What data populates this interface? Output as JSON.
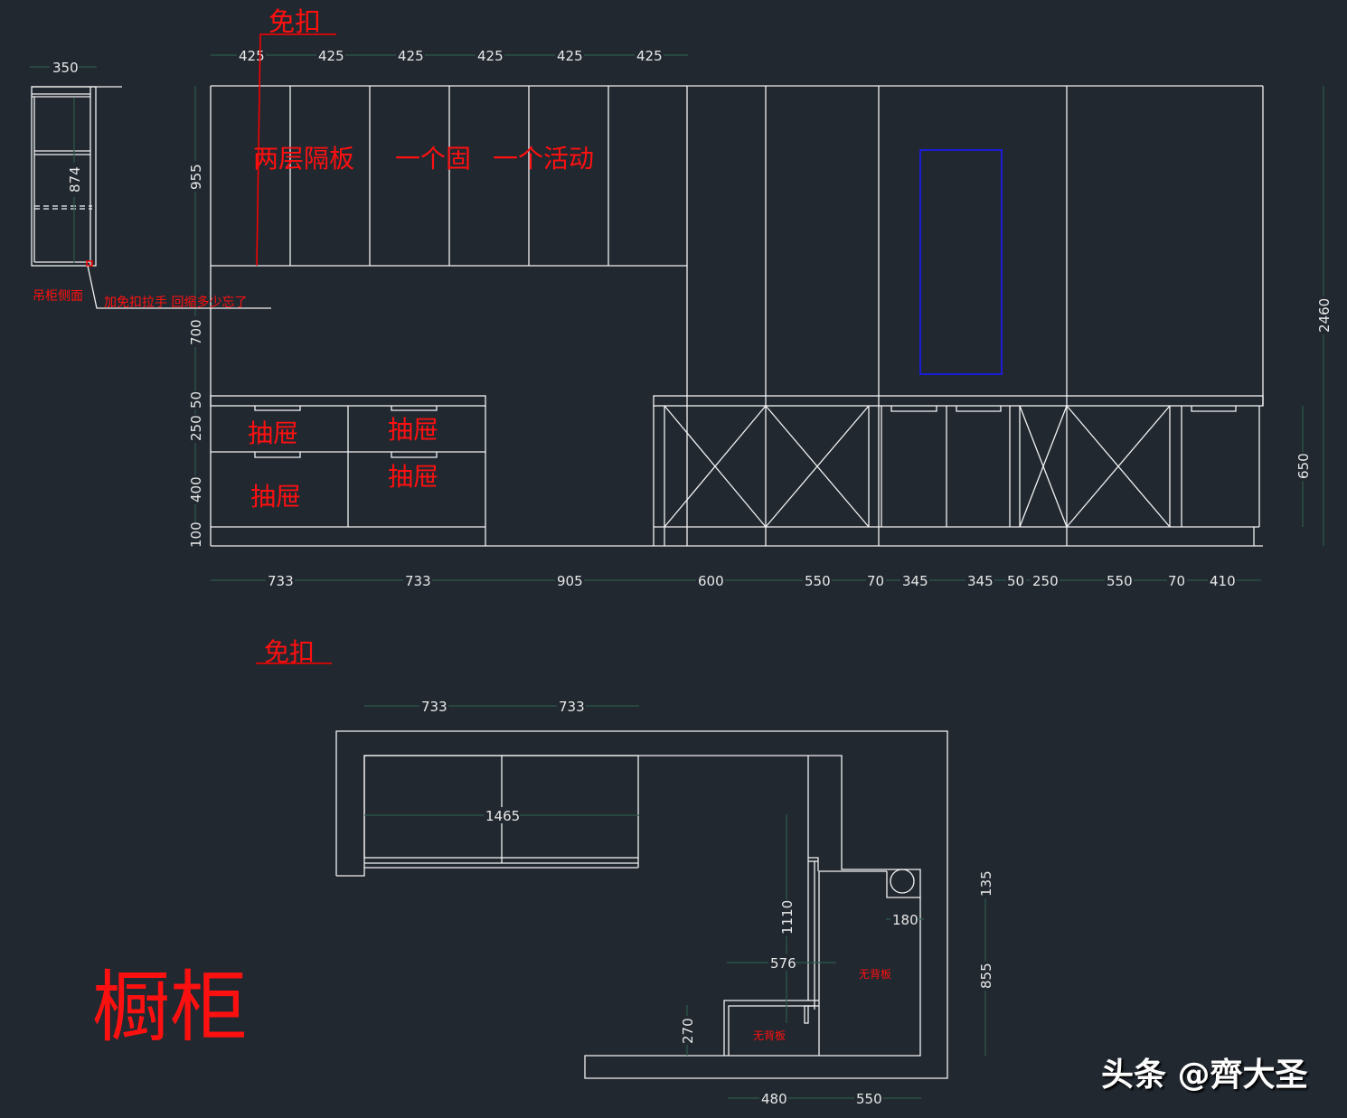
{
  "colors": {
    "background": "#212830",
    "lines": "#f2f2f2",
    "dimensions": "#2e5a4a",
    "annotations": "#ff0000",
    "highlight": "#1a1aff"
  },
  "annotations": {
    "mian_kou_top": "免扣",
    "shelves": "两层隔板",
    "fixed": "一个固",
    "movable": "一个活动",
    "side_view": "吊柜侧面",
    "handle_note": "加免扣拉手  回缩多少忘了",
    "drawers": [
      "抽屉",
      "抽屉",
      "抽屉",
      "抽屉"
    ],
    "mian_kou_plan": "免扣",
    "no_back_1": "无背板",
    "no_back_2": "无背板",
    "title": "橱柜"
  },
  "dims": {
    "side_width": "350",
    "side_height": "874",
    "top": [
      "425",
      "425",
      "425",
      "425",
      "425",
      "425"
    ],
    "left": [
      "955",
      "700",
      "50",
      "250",
      "400",
      "100"
    ],
    "right_total": "2460",
    "right_base": "650",
    "bottom": [
      "733",
      "733",
      "905",
      "600",
      "550",
      "70",
      "345",
      "345",
      "50",
      "250",
      "550",
      "70",
      "410"
    ],
    "plan_top": [
      "733",
      "733"
    ],
    "plan_width": "1465",
    "plan_1110": "1110",
    "plan_576": "576",
    "plan_180": "180",
    "plan_270": "270",
    "plan_135": "135",
    "plan_855": "855",
    "plan_bottom": [
      "480",
      "550"
    ]
  },
  "watermark": "头条 @齊大圣"
}
